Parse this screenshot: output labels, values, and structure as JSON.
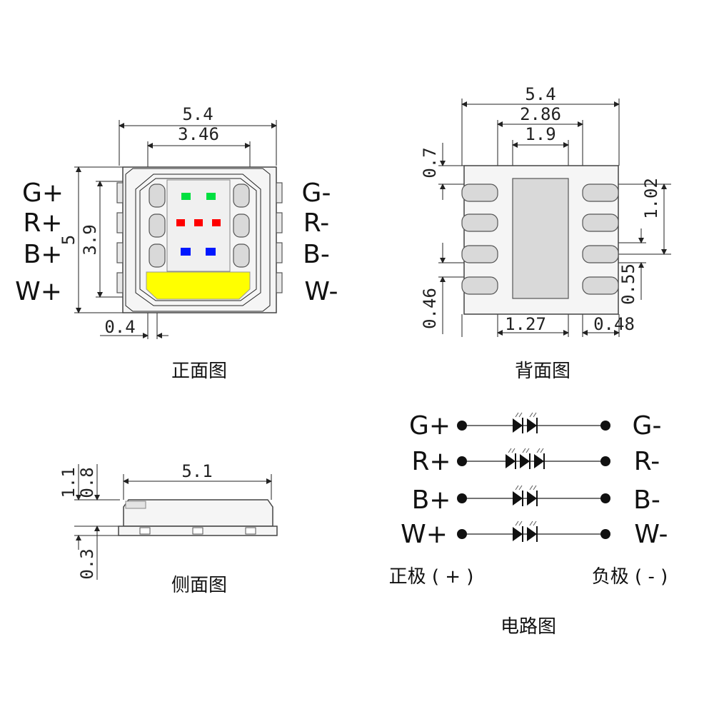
{
  "front_view": {
    "caption": "正面图",
    "dims": {
      "width": "5.4",
      "inner_width": "3.46",
      "height": "5",
      "inner_height": "3.9",
      "edge": "0.4"
    },
    "pins_left": [
      "G+",
      "R+",
      "B+",
      "W+"
    ],
    "pins_right": [
      "G-",
      "R-",
      "B-",
      "W-"
    ],
    "colors": {
      "green": "#00e040",
      "red": "#ff0000",
      "blue": "#0018ff",
      "yellow": "#ffff00"
    }
  },
  "back_view": {
    "caption": "背面图",
    "dims": {
      "width": "5.4",
      "pad_span": "2.86",
      "center_pad": "1.9",
      "top_offset": "0.7",
      "pitch": "1.02",
      "pad_gap": "0.55",
      "pad_height": "0.46",
      "bottom_left": "1.27",
      "bottom_right": "0.48"
    }
  },
  "side_view": {
    "caption": "侧面图",
    "dims": {
      "width": "5.1",
      "total_height": "1.1",
      "body_height": "0.8",
      "base_height": "0.3"
    }
  },
  "circuit": {
    "caption": "电路图",
    "rows": [
      {
        "left": "G+",
        "right": "G-",
        "diodes": 2,
        "color": "green"
      },
      {
        "left": "R+",
        "right": "R-",
        "diodes": 3,
        "color": "red"
      },
      {
        "left": "B+",
        "right": "B-",
        "diodes": 2,
        "color": "blue"
      },
      {
        "left": "W+",
        "right": "W-",
        "diodes": 2,
        "color": "white"
      }
    ],
    "positive_label": "正极 ( + )",
    "negative_label": "负极 ( - )"
  }
}
